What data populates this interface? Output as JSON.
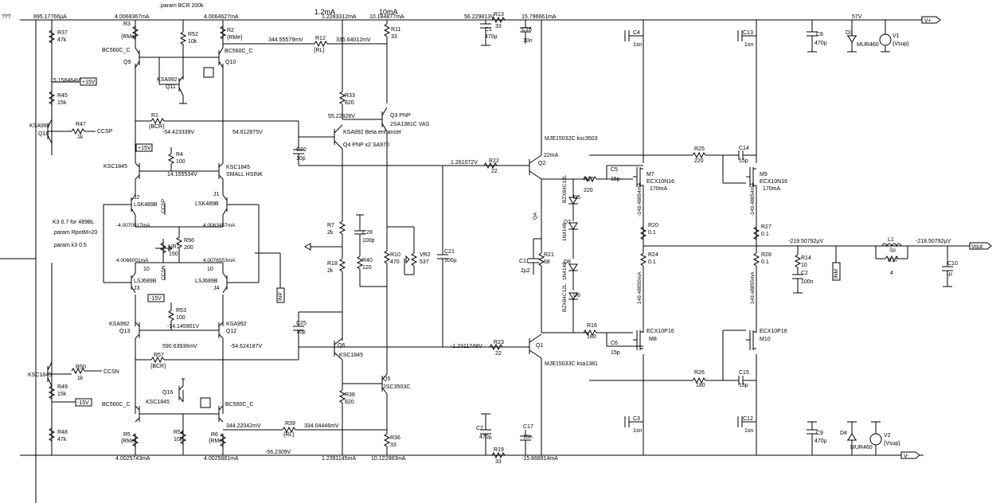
{
  "top_note": "???",
  "headers": {
    "cur1": "1.2mA",
    "cur2": "10mA",
    "param_bcr": ".param BCR 200k"
  },
  "rails": {
    "top": "V+",
    "bottom": "V-",
    "out": "Vout",
    "v57": "57V"
  },
  "top_voltages": [
    "895.17766µA",
    "4.0068367mA",
    "4.0064627mA",
    "1.2283312mA",
    "10.184877mA",
    "56.229813V",
    "15.796661mA"
  ],
  "bottom_voltages": [
    "4.0025743mA",
    "4.0025881mA",
    "-56.2309V",
    "1.2391145mA",
    "10.122883mA",
    "-15.868914mA"
  ],
  "nets": [
    "344.55579mV",
    "335.64012mV",
    "15.158464V",
    "55.22828V",
    "-54.423339V",
    "54.612875V",
    "14.155534V",
    "-4.0070517mA",
    "4.0063457mA",
    "4.0066001mA",
    "4.0076553mA",
    "-14.145901V",
    "590.63936mV",
    "-54.624187V",
    "344.22042mV",
    "334.04446mV",
    "1.261072V",
    "-1.2311748V",
    "22mA",
    "170mA",
    "170mA",
    "-219.50792µV",
    "-218.50792µV",
    "-149.48854mA",
    "-149.48854mA",
    "149.48855mA",
    "149.48855mA"
  ],
  "components": {
    "r37": [
      "R37",
      "47k"
    ],
    "r45": [
      "R45",
      "15k"
    ],
    "r47": [
      "R47",
      "1k"
    ],
    "r50": [
      "R50",
      "1k"
    ],
    "r49": [
      "R49",
      "15k"
    ],
    "r48": [
      "R48",
      "47k"
    ],
    "r3": [
      "R3",
      "{RMe}"
    ],
    "r52": [
      "R52",
      "10k"
    ],
    "r2": [
      "R2",
      "{RMe}"
    ],
    "r1": [
      "R1",
      "{BCR}"
    ],
    "r4": [
      "R4",
      "100"
    ],
    "r57": [
      "R57",
      "{BCR}"
    ],
    "r53": [
      "R53",
      "100"
    ],
    "r5": [
      "R5",
      "{RMe}"
    ],
    "r54": [
      "R54",
      "10k"
    ],
    "r6": [
      "R6",
      "{RMe}"
    ],
    "r12": [
      "R12",
      "{RL}"
    ],
    "r39": [
      "R39",
      "{RL}"
    ],
    "r11": [
      "R11",
      "33"
    ],
    "r33": [
      "R33",
      "820"
    ],
    "r7": [
      "R7",
      "2k"
    ],
    "r18": [
      "R18",
      "2k"
    ],
    "r40": [
      "R40",
      "120"
    ],
    "r10": [
      "R10",
      "470"
    ],
    "vr2": [
      "VR2",
      "537"
    ],
    "r38": [
      "R38",
      "820"
    ],
    "r36": [
      "R36",
      "33"
    ],
    "r22": [
      "R22",
      "22"
    ],
    "r23": [
      "R23",
      "22"
    ],
    "r21": [
      "R21",
      "68"
    ],
    "r15": [
      "R15",
      "220"
    ],
    "r16": [
      "R16",
      "180"
    ],
    "r25": [
      "R25",
      "220"
    ],
    "r26": [
      "R26",
      "180"
    ],
    "r20": [
      "R20",
      "0.1"
    ],
    "r24": [
      "R24",
      "0.1"
    ],
    "r27": [
      "R27",
      "0.1"
    ],
    "r28": [
      "R28",
      "0.1"
    ],
    "r14": [
      "R14",
      "10"
    ],
    "r17": [
      "R17",
      "4"
    ],
    "r13": [
      "R13",
      "33"
    ],
    "r19": [
      "R19",
      "33"
    ],
    "vr1": [
      "VR1",
      "150"
    ],
    "r56": [
      "R56",
      "200"
    ],
    "r41": [
      "R41",
      "10"
    ],
    "r42": [
      "R42",
      "10"
    ],
    "c1": [
      "C1",
      "470µ"
    ],
    "c7": [
      "C7",
      "470µ"
    ],
    "c16": [
      "C16",
      "10n"
    ],
    "c17": [
      "C17",
      "10n"
    ],
    "c4": [
      "C4",
      "1sn"
    ],
    "c3": [
      "C3",
      "1sn"
    ],
    "c13": [
      "C13",
      "1sn"
    ],
    "c12": [
      "C12",
      "1sn"
    ],
    "c8": [
      "C8",
      "470µ"
    ],
    "c9": [
      "C9",
      "470µ"
    ],
    "c22": [
      "C22",
      "10p"
    ],
    "c25": [
      "C25",
      "10p"
    ],
    "c28": [
      "C28",
      "100p"
    ],
    "c21": [
      "C21",
      "100µ"
    ],
    "c11": [
      "C11",
      "2µ2"
    ],
    "c5": [
      "C5",
      "15p"
    ],
    "c6": [
      "C6",
      "15p"
    ],
    "c14": [
      "C14",
      "15p"
    ],
    "c15": [
      "C15",
      "15p"
    ],
    "c2": [
      "C2",
      "100n"
    ],
    "c10": [
      "C10",
      "1µ"
    ],
    "l1": [
      "L1",
      "1µ"
    ]
  },
  "transistors": {
    "q9": [
      "Q9",
      "BC560C_C"
    ],
    "q10": [
      "Q10",
      "BC560C_C"
    ],
    "q11": [
      "Q11",
      "KSA992"
    ],
    "q18": [
      "Q18",
      "KSA992"
    ],
    "q17": [
      "KSC1845",
      ""
    ],
    "q3": [
      "Q3 PNP",
      "2SA1381C VAS"
    ],
    "q4": [
      "Q4 PNP x2 SA970",
      "KSA992 Beta enhancer"
    ],
    "j2": [
      "J2",
      "LSK489B"
    ],
    "j1": [
      "J1",
      "LSK489B"
    ],
    "j3": [
      "J3",
      "LSJ689B"
    ],
    "j4": [
      "J4",
      "LSJ689B"
    ],
    "q13": [
      "Q13",
      "KSA992"
    ],
    "q12": [
      "Q12",
      "KSA992"
    ],
    "q16": [
      "Q16",
      "KSC1845"
    ],
    "q14": [
      "BC560C_C",
      ""
    ],
    "q15": [
      "BC550C_C",
      ""
    ],
    "q6": [
      "Q6",
      "KSC1845"
    ],
    "q5": [
      "Q5",
      "2SC3503C"
    ],
    "q2": [
      "Q2",
      "MJE15032C ksc3503"
    ],
    "q1": [
      "Q1",
      "MJE15033C ksa1381"
    ],
    "m7": [
      "M7",
      "ECX10N16"
    ],
    "m9": [
      "M9",
      "ECX10N16"
    ],
    "m8": [
      "M8",
      "ECX10P16"
    ],
    "m10": [
      "M10",
      "ECX10P16"
    ],
    "ksc1845a": [
      "KSC1845",
      "SMALL HSINK"
    ],
    "ksc1845b": [
      "KSC1845",
      ""
    ],
    "ksa992b": [
      "KSA992",
      ""
    ],
    "v1": [
      "V1",
      "{Vsup}"
    ],
    "v2": [
      "V2",
      "{Vsup}"
    ],
    "d3": [
      "D3",
      "MUR460"
    ],
    "d4": [
      "D4",
      "MUR460"
    ],
    "d5": [
      "D5",
      "BZX84C12L"
    ],
    "d6": [
      "D6",
      "BZX84C12L"
    ],
    "d7": [
      "D7",
      "1N4148"
    ],
    "d8": [
      "D8",
      "1N4148"
    ]
  },
  "notes": {
    "k3": "K3 0.7 for 489BL",
    "rpot": ".param RpotM=20",
    "k3b": ".param k3 0.5",
    "m15": "-15V",
    "p15": "+15V",
    "p15b": "+15V",
    "m15b": "-15V",
    "ccsp": "CCSP",
    "ccsn": "CCSN",
    "ccsp2": "CCSP",
    "ccsn2": "CCSN",
    "inp": "INP",
    "inm": "INM",
    "qa": "QA"
  }
}
